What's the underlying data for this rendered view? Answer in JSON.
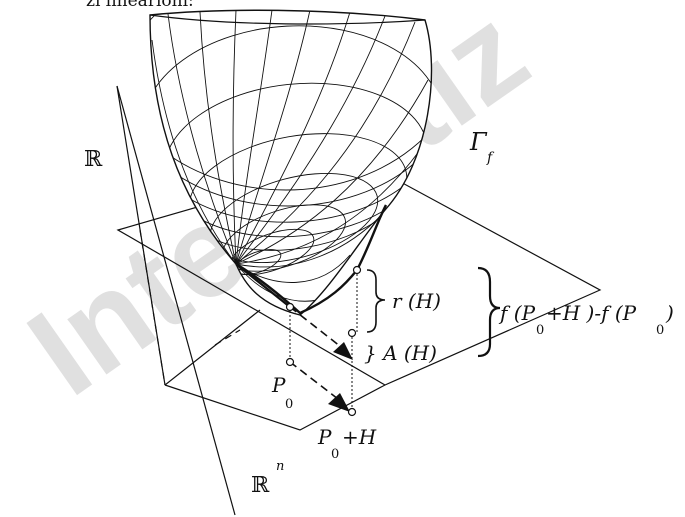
{
  "header_text": "zi linearioni:",
  "watermark": "Internetiz",
  "labels": {
    "real_axis": "ℝ",
    "domain_space": "ℝ",
    "domain_exp": "n",
    "graph": "Γ",
    "graph_sub": "f",
    "p0": "P",
    "p0_sub": "0",
    "p0h": "P",
    "p0h_sub": "0",
    "p0h_tail": "+H",
    "remainder": "r (H)",
    "linear": "} A (H)",
    "increment_a": "f (P",
    "increment_a_sub": "0",
    "increment_b": "+H )-f (P",
    "increment_b_sub": "0",
    "increment_c": ")"
  },
  "colors": {
    "ink": "#111111",
    "watermark": "#c8c8c8"
  }
}
